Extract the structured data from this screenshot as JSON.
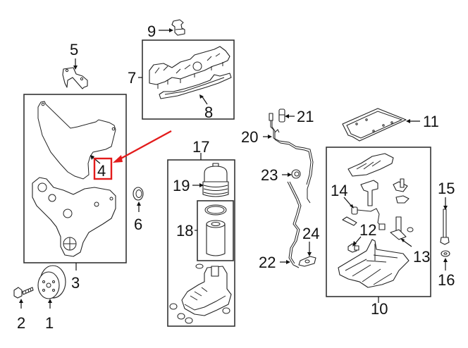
{
  "diagram": {
    "title": "Engine timing cover, valve cover, oil filter and oil pan components",
    "highlight_color": "#e31b1b",
    "highlighted_callout": "4",
    "callouts": [
      {
        "id": "1",
        "label": "1",
        "part": "pulley"
      },
      {
        "id": "2",
        "label": "2",
        "part": "pulley-bolt"
      },
      {
        "id": "3",
        "label": "3",
        "part": "timing-cover-assembly"
      },
      {
        "id": "4",
        "label": "4",
        "part": "timing-cover-gasket"
      },
      {
        "id": "5",
        "label": "5",
        "part": "bracket"
      },
      {
        "id": "6",
        "label": "6",
        "part": "front-seal"
      },
      {
        "id": "7",
        "label": "7",
        "part": "valve-cover-assembly"
      },
      {
        "id": "8",
        "label": "8",
        "part": "valve-cover-gasket"
      },
      {
        "id": "9",
        "label": "9",
        "part": "oil-filler-cap"
      },
      {
        "id": "10",
        "label": "10",
        "part": "oil-pan-assembly"
      },
      {
        "id": "11",
        "label": "11",
        "part": "oil-pan-gasket"
      },
      {
        "id": "12",
        "label": "12",
        "part": "drain-plug"
      },
      {
        "id": "13",
        "label": "13",
        "part": "oil-pickup"
      },
      {
        "id": "14",
        "label": "14",
        "part": "oil-level-sensor"
      },
      {
        "id": "15",
        "label": "15",
        "part": "bolt"
      },
      {
        "id": "16",
        "label": "16",
        "part": "washer"
      },
      {
        "id": "17",
        "label": "17",
        "part": "oil-filter-housing-assembly"
      },
      {
        "id": "18",
        "label": "18",
        "part": "oil-filter"
      },
      {
        "id": "19",
        "label": "19",
        "part": "oil-filter-cap"
      },
      {
        "id": "20",
        "label": "20",
        "part": "dipstick-tube"
      },
      {
        "id": "21",
        "label": "21",
        "part": "dipstick"
      },
      {
        "id": "22",
        "label": "22",
        "part": "tube"
      },
      {
        "id": "23",
        "label": "23",
        "part": "grommet"
      },
      {
        "id": "24",
        "label": "24",
        "part": "tube-gasket"
      }
    ]
  }
}
